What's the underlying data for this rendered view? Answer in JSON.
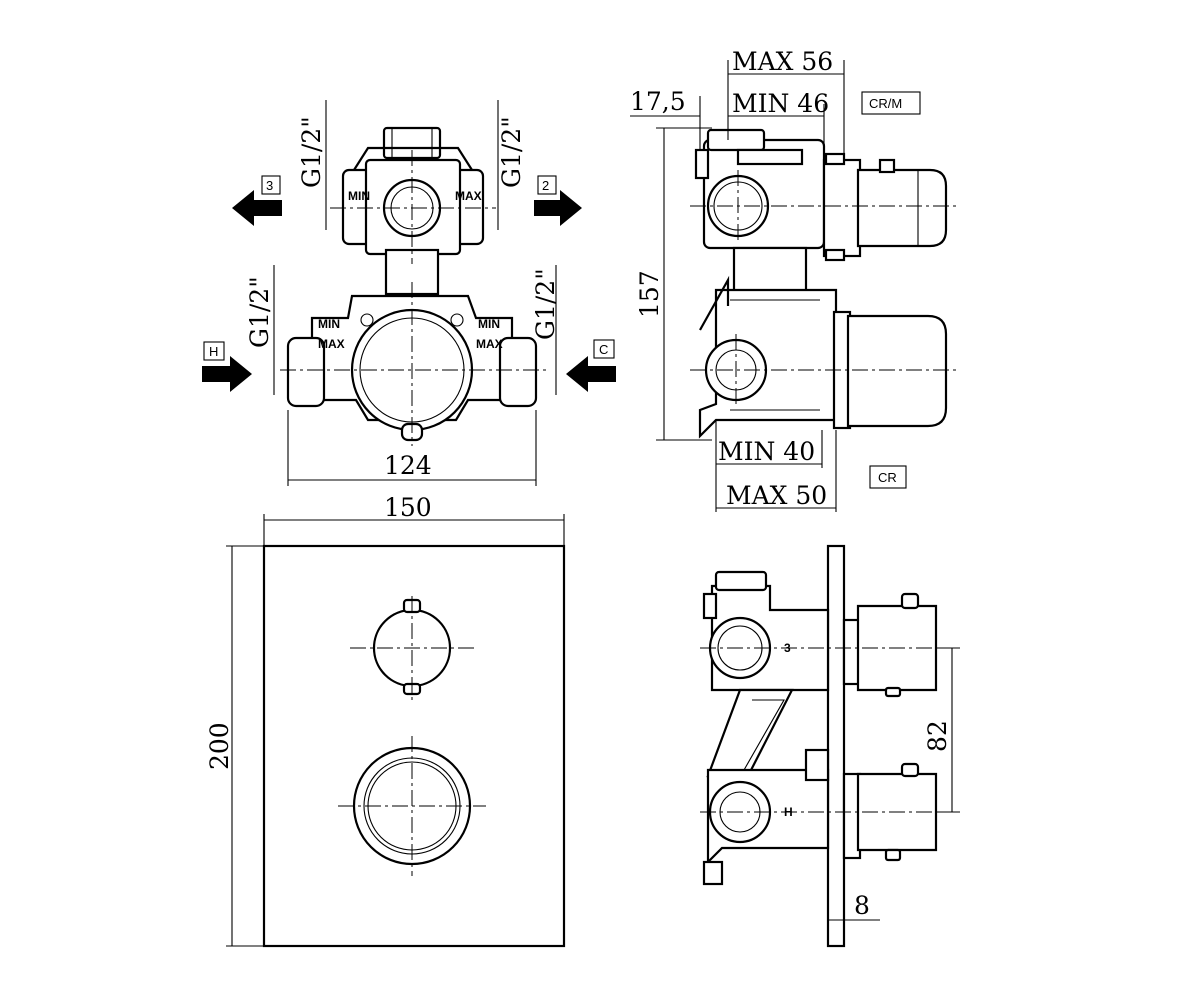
{
  "dimensions": {
    "top_left_thread": "G1/2\"",
    "top_right_thread": "G1/2\"",
    "bottom_left_thread": "G1/2\"",
    "bottom_right_thread": "G1/2\"",
    "body_width": "124",
    "plate_width": "150",
    "plate_height": "200",
    "side_height": "157",
    "offset": "17,5",
    "max_top": "MAX 56",
    "min_top": "MIN 46",
    "min_bottom": "MIN 40",
    "max_bottom": "MAX 50",
    "outlet_spacing": "82",
    "plate_thickness": "8"
  },
  "ports": {
    "outlet_left": "3",
    "outlet_right": "2",
    "hot": "H",
    "cold": "C"
  },
  "body_marks": {
    "min": "MIN",
    "max": "MAX"
  },
  "variants": {
    "top": "CR/M",
    "bottom": "CR"
  }
}
